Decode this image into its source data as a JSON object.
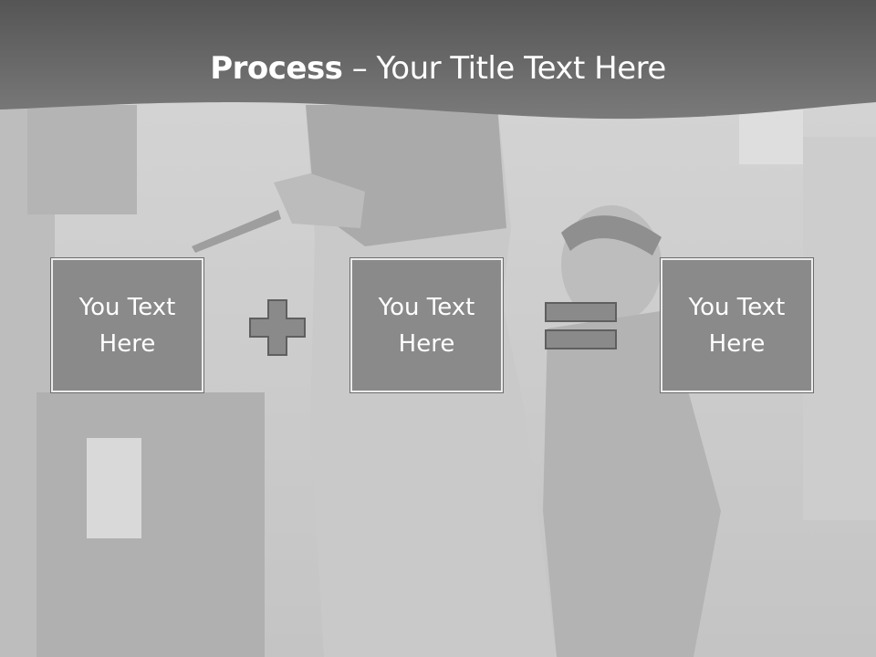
{
  "header": {
    "title_bold": "Process",
    "title_rest": " – Your Title Text Here"
  },
  "process": {
    "steps": [
      {
        "text": "You Text\nHere"
      },
      {
        "text": "You Text\nHere"
      },
      {
        "text": "You Text\nHere"
      }
    ],
    "operators": [
      "plus-icon",
      "equals-icon"
    ]
  },
  "colors": {
    "header_band": "#6b6b6b",
    "box_fill": "#8a8a8a",
    "box_border": "#ececec",
    "text": "#ffffff"
  }
}
